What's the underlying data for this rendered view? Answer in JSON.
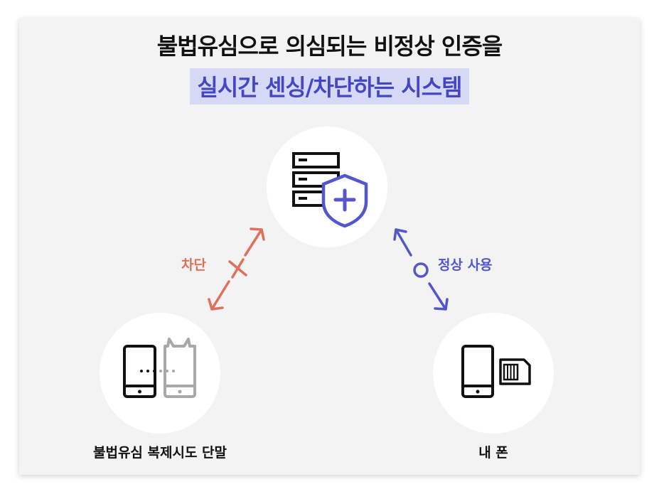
{
  "title": {
    "line1": "불법유심으로 의심되는 비정상 인증을",
    "line2": "실시간 센싱/차단하는 시스템"
  },
  "labels": {
    "block": "차단",
    "normal_use": "정상 사용",
    "cloned_device": "불법유심 복제시도 단말",
    "my_phone": "내 폰"
  },
  "colors": {
    "block_color": "#e0705a",
    "normal_color": "#5457cc",
    "highlight": "#d6d9f6",
    "background": "#f3f3f4"
  },
  "icons": [
    "server-icon",
    "shield-plus-icon",
    "smartphone-icon",
    "cloned-phone-icon",
    "sim-card-icon",
    "x-mark-icon",
    "o-mark-icon"
  ]
}
